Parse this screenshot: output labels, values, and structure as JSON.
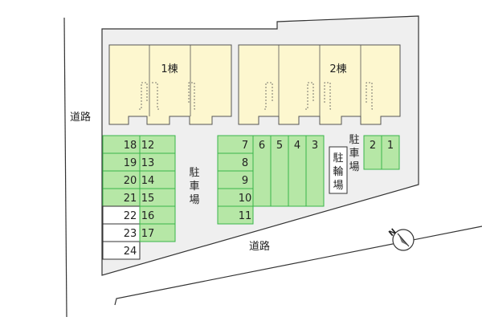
{
  "labels": {
    "road": "道路",
    "road_bottom": "道路",
    "building_1": "1棟",
    "building_2": "2棟",
    "parking_left": [
      "駐",
      "車",
      "場"
    ],
    "parking_right": [
      "駐",
      "車",
      "場"
    ],
    "bicycle": [
      "駐",
      "輪",
      "場"
    ]
  },
  "compass": {
    "direction": "N"
  },
  "colors": {
    "site_bg": "#efefef",
    "building_fill": "#fdf7cf",
    "building_stroke": "#555555",
    "space_fill": "#b6e7a6",
    "space_stroke": "#39b54a",
    "empty_space_fill": "#ffffff",
    "line": "#333333"
  },
  "spaces": {
    "col_18": [
      "18",
      "19",
      "20",
      "21",
      "22",
      "23",
      "24"
    ],
    "col_12": [
      "12",
      "13",
      "14",
      "15",
      "16",
      "17"
    ],
    "col_7": [
      "7",
      "8",
      "9",
      "10",
      "11"
    ],
    "row_6": [
      "6",
      "5",
      "4",
      "3"
    ],
    "row_2": [
      "2",
      "1"
    ]
  }
}
